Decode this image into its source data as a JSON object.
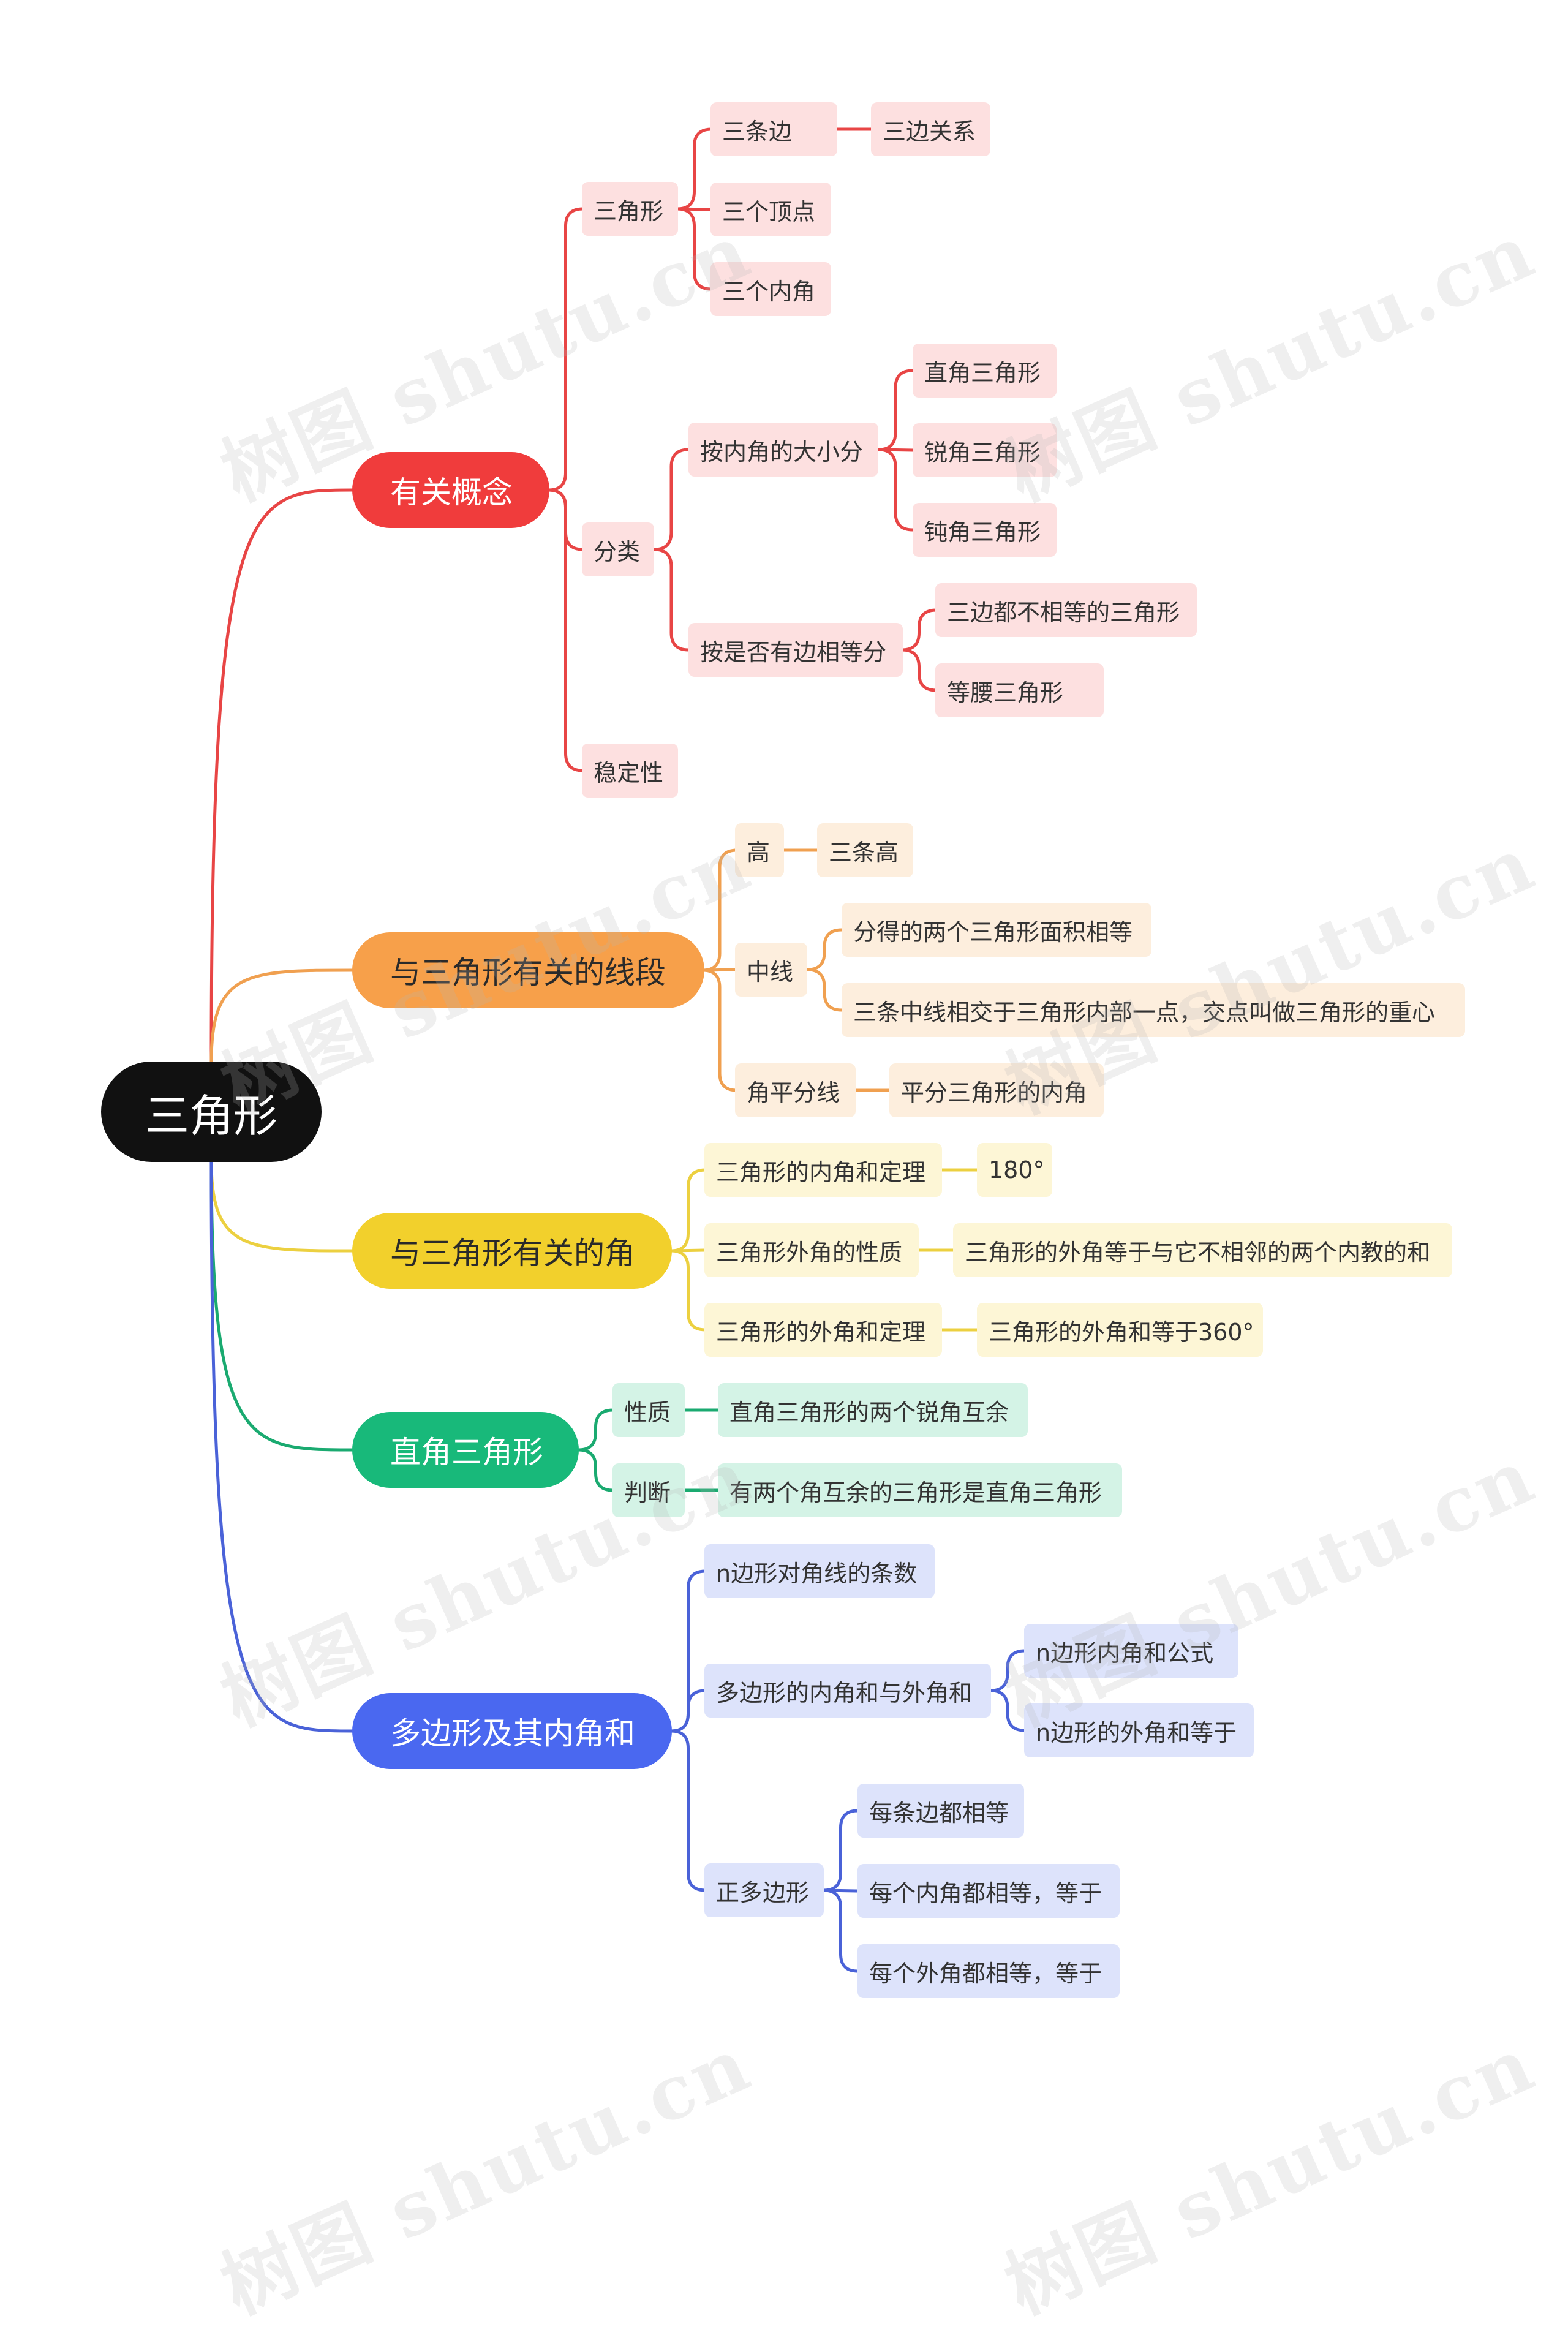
{
  "root": {
    "label": "三角形",
    "color": "#111111"
  },
  "watermark": "树图 shutu.cn",
  "branches": [
    {
      "label": "有关概念",
      "color": "#e84545",
      "fill": "#f03c3c",
      "sub_fill": "#fde0e0",
      "children": [
        {
          "label": "三角形",
          "children": [
            {
              "label": "三条边",
              "children": [
                {
                  "label": "三边关系"
                }
              ]
            },
            {
              "label": "三个顶点"
            },
            {
              "label": "三个内角"
            }
          ]
        },
        {
          "label": "分类",
          "children": [
            {
              "label": "按内角的大小分",
              "children": [
                {
                  "label": "直角三角形"
                },
                {
                  "label": "锐角三角形"
                },
                {
                  "label": "钝角三角形"
                }
              ]
            },
            {
              "label": "按是否有边相等分",
              "children": [
                {
                  "label": "三边都不相等的三角形"
                },
                {
                  "label": "等腰三角形"
                }
              ]
            }
          ]
        },
        {
          "label": "稳定性"
        }
      ]
    },
    {
      "label": "与三角形有关的线段",
      "color": "#f0a050",
      "fill": "#f7a04a",
      "sub_fill": "#fdeedd",
      "children": [
        {
          "label": "高",
          "children": [
            {
              "label": "三条高"
            }
          ]
        },
        {
          "label": "中线",
          "children": [
            {
              "label": "分得的两个三角形面积相等"
            },
            {
              "label": "三条中线相交于三角形内部一点，交点叫做三角形的重心"
            }
          ]
        },
        {
          "label": "角平分线",
          "children": [
            {
              "label": "平分三角形的内角"
            }
          ]
        }
      ]
    },
    {
      "label": "与三角形有关的角",
      "color": "#ecd040",
      "fill": "#f2d02c",
      "sub_fill": "#fdf6d6",
      "children": [
        {
          "label": "三角形的内角和定理",
          "children": [
            {
              "label": "180°"
            }
          ]
        },
        {
          "label": "三角形外角的性质",
          "children": [
            {
              "label": "三角形的外角等于与它不相邻的两个内教的和"
            }
          ]
        },
        {
          "label": "三角形的外角和定理",
          "children": [
            {
              "label": "三角形的外角和等于360°"
            }
          ]
        }
      ]
    },
    {
      "label": "直角三角形",
      "color": "#1aaa70",
      "fill": "#18b97a",
      "sub_fill": "#d4f3e6",
      "children": [
        {
          "label": "性质",
          "children": [
            {
              "label": "直角三角形的两个锐角互余"
            }
          ]
        },
        {
          "label": "判断",
          "children": [
            {
              "label": "有两个角互余的三角形是直角三角形"
            }
          ]
        }
      ]
    },
    {
      "label": "多边形及其内角和",
      "color": "#4a62d8",
      "fill": "#4a68f0",
      "sub_fill": "#dde3fb",
      "children": [
        {
          "label": "n边形对角线的条数"
        },
        {
          "label": "多边形的内角和与外角和",
          "children": [
            {
              "label": "n边形内角和公式"
            },
            {
              "label": "n边形的外角和等于"
            }
          ]
        },
        {
          "label": "正多边形",
          "children": [
            {
              "label": "每条边都相等"
            },
            {
              "label": "每个内角都相等，等于"
            },
            {
              "label": "每个外角都相等，等于"
            }
          ]
        }
      ]
    }
  ]
}
